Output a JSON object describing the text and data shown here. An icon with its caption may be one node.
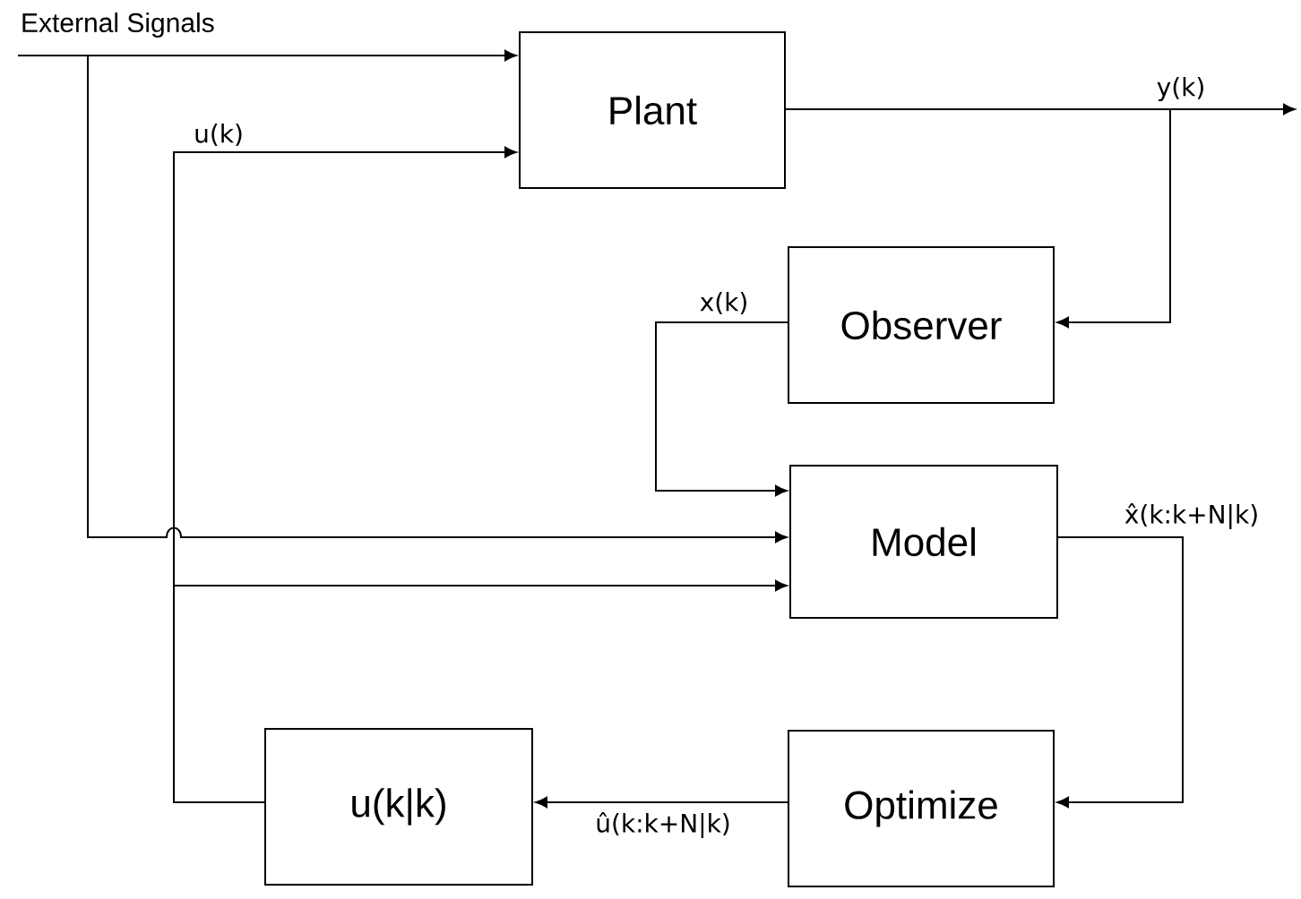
{
  "diagram": {
    "nodes": [
      {
        "text": [
          "External Signals"
        ]
      },
      {
        "text": [
          "Plant"
        ]
      },
      {
        "text": [
          "Observer"
        ]
      },
      {
        "text": [
          "Model"
        ]
      },
      {
        "text": [
          "Optimize"
        ]
      },
      {
        "text": [
          "u(k|k)"
        ]
      }
    ],
    "edges": [
      {
        "from": 0,
        "to": 1,
        "arrow": "to"
      },
      {
        "from": 0,
        "to": 3,
        "arrow": "to"
      },
      {
        "from": 5,
        "to": 1,
        "arrow": "to",
        "label": "u(k)"
      },
      {
        "from": 5,
        "to": 3,
        "arrow": "to"
      },
      {
        "from": 1,
        "to": null,
        "arrow": "to",
        "label": "y(k)"
      },
      {
        "from": 1,
        "to": 2,
        "arrow": "to"
      },
      {
        "from": 2,
        "to": 3,
        "arrow": "to",
        "label": "x(k)"
      },
      {
        "from": 3,
        "to": 4,
        "arrow": "to",
        "label": "x̂(k:k+N|k)"
      },
      {
        "from": 4,
        "to": 5,
        "arrow": "to",
        "label": "û(k:k+N|k)"
      }
    ]
  }
}
